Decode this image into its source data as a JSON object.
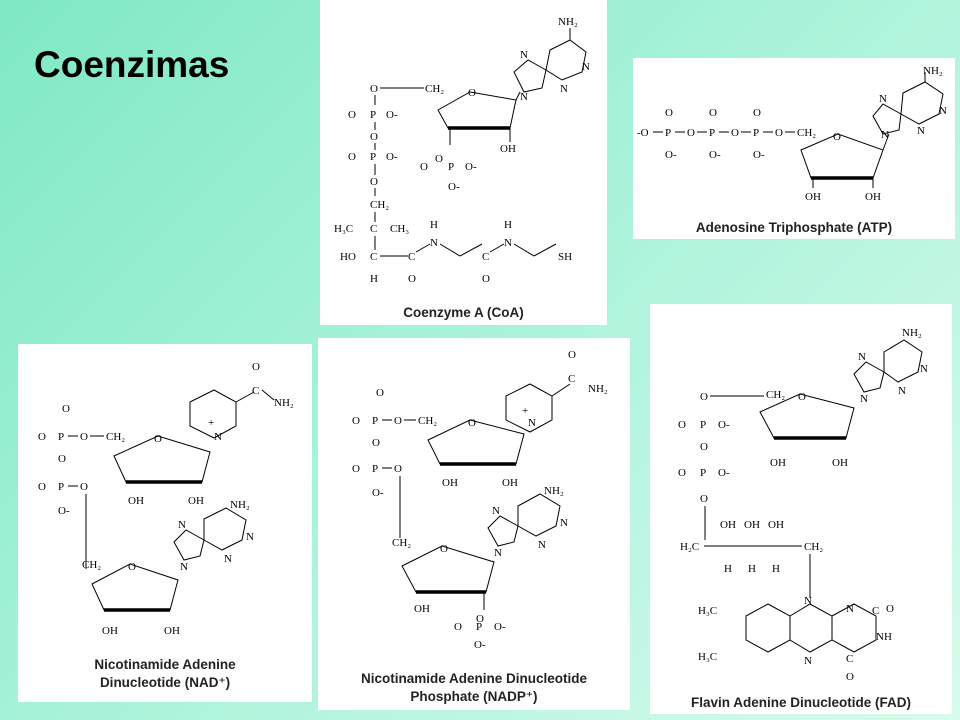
{
  "title": "Coenzimas",
  "captions": {
    "coa": "Coenzyme  A (CoA)",
    "atp": "Adenosine  Triphosphate  (ATP)",
    "nad_line1": "Nicotinamide Adenine",
    "nad_line2": "Dinucleotide  (NAD⁺)",
    "nadp_line1": "Nicotinamide  Adenine  Dinucleotide",
    "nadp_line2": "Phosphate  (NADP⁺)",
    "fad": "Flavin Adenine Dinucleotide (FAD)"
  },
  "atoms": {
    "o": "O",
    "om": "O-",
    "mo": "-O",
    "p": "P",
    "n": "N",
    "nh2": "NH₂",
    "oh": "OH",
    "ho": "HO",
    "h": "H",
    "ch2": "CH₂",
    "ch3": "CH₃",
    "h3c": "H₃C",
    "h2c": "H₂C",
    "c": "C",
    "sh": "SH",
    "nh": "NH",
    "plus": "+"
  }
}
